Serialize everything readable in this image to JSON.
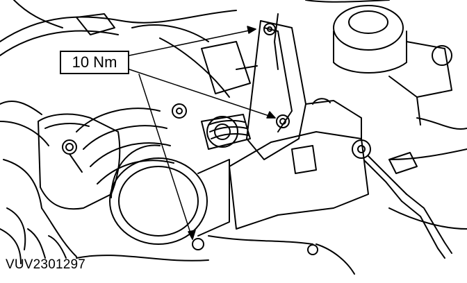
{
  "callout": {
    "torque_label": "10 Nm"
  },
  "figure": {
    "id": "VUV2301297"
  },
  "colors": {
    "line": "#000000",
    "background": "#ffffff"
  },
  "arrows": [
    {
      "name": "arrow-top-bolt"
    },
    {
      "name": "arrow-center-bolt"
    },
    {
      "name": "arrow-lower-bolt"
    }
  ]
}
